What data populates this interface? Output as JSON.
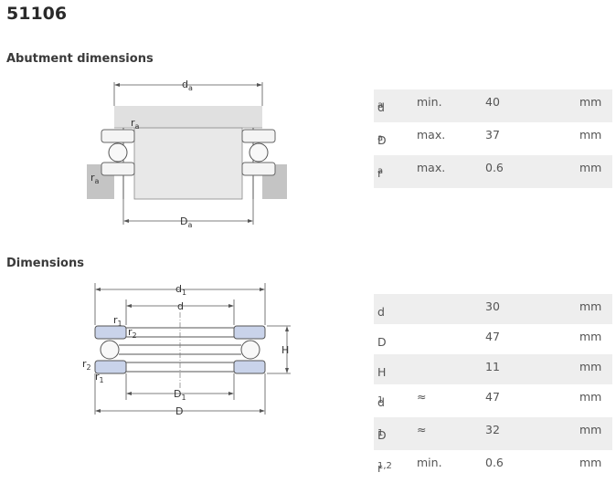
{
  "title": "51106",
  "abutment": {
    "heading": "Abutment dimensions",
    "diagram_labels": {
      "da_main": "d",
      "da_sub": "a",
      "ra_main": "r",
      "ra_sub": "a",
      "Da_main": "D",
      "Da_sub": "a"
    },
    "rows": [
      {
        "sym": "d",
        "sub": "a",
        "qual": "min.",
        "val": "40",
        "unit": "mm"
      },
      {
        "sym": "D",
        "sub": "a",
        "qual": "max.",
        "val": "37",
        "unit": "mm"
      },
      {
        "sym": "r",
        "sub": "a",
        "qual": "max.",
        "val": "0.6",
        "unit": "mm"
      }
    ]
  },
  "dimensions": {
    "heading": "Dimensions",
    "diagram_labels": {
      "d1_main": "d",
      "d1_sub": "1",
      "d": "d",
      "r1_main": "r",
      "r1_sub": "1",
      "r2_main": "r",
      "r2_sub": "2",
      "H": "H",
      "D1_main": "D",
      "D1_sub": "1",
      "D": "D"
    },
    "rows": [
      {
        "sym": "d",
        "sub": "",
        "qual": "",
        "val": "30",
        "unit": "mm"
      },
      {
        "sym": "D",
        "sub": "",
        "qual": "",
        "val": "47",
        "unit": "mm"
      },
      {
        "sym": "H",
        "sub": "",
        "qual": "",
        "val": "11",
        "unit": "mm"
      },
      {
        "sym": "d",
        "sub": "1",
        "qual": "≈",
        "val": "47",
        "unit": "mm"
      },
      {
        "sym": "D",
        "sub": "1",
        "qual": "≈",
        "val": "32",
        "unit": "mm"
      },
      {
        "sym": "r",
        "sub": "1,2",
        "qual": "min.",
        "val": "0.6",
        "unit": "mm"
      }
    ]
  },
  "colors": {
    "housing": "#c4c4c4",
    "washer_blue": "#c9d3ea",
    "shaft": "#e6e6e6",
    "row_shade": "#eeeeee"
  }
}
